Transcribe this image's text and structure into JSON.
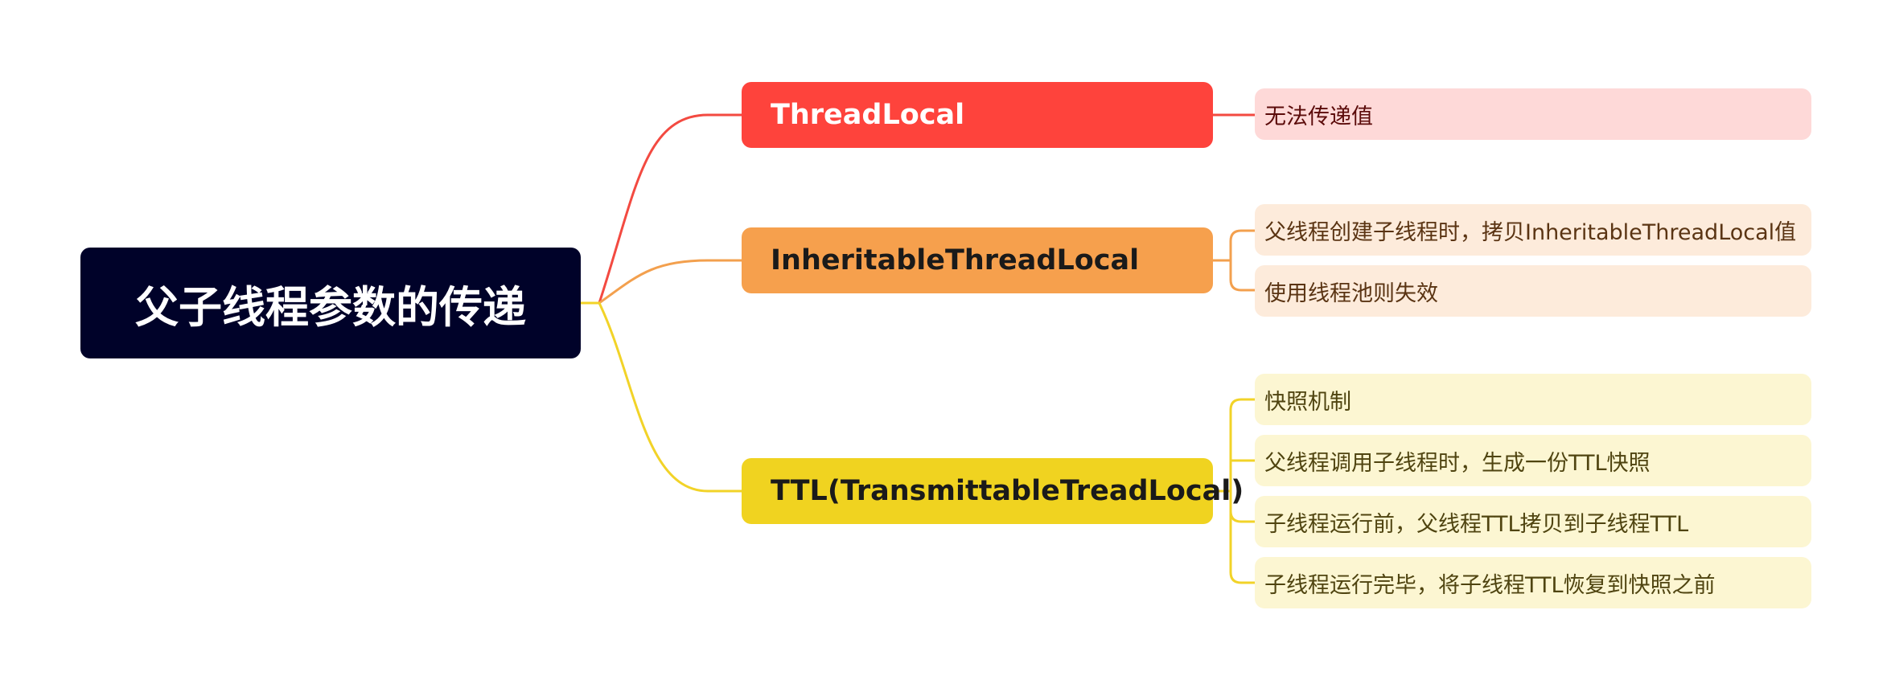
{
  "root": {
    "label": "父子线程参数的传递"
  },
  "branches": [
    {
      "label": "ThreadLocal",
      "colors": {
        "fill": "#fe433c",
        "line": "#f34a41",
        "leaf_fill": "#fed9d8"
      },
      "leaves": [
        "无法传递值"
      ]
    },
    {
      "label": "InheritableThreadLocal",
      "colors": {
        "fill": "#f6a04d",
        "line": "#f3a04e",
        "leaf_fill": "#fdebdb"
      },
      "leaves": [
        "父线程创建子线程时，拷贝InheritableThreadLocal值",
        "使用线程池则失效"
      ]
    },
    {
      "label": "TTL(TransmittableTreadLocal)",
      "colors": {
        "fill": "#f0d320",
        "line": "#f2d328",
        "leaf_fill": "#fcf6d2"
      },
      "leaves": [
        "快照机制",
        "父线程调用子线程时，生成一份TTL快照",
        "子线程运行前，父线程TTL拷贝到子线程TTL",
        "子线程运行完毕，将子线程TTL恢复到快照之前"
      ]
    }
  ]
}
